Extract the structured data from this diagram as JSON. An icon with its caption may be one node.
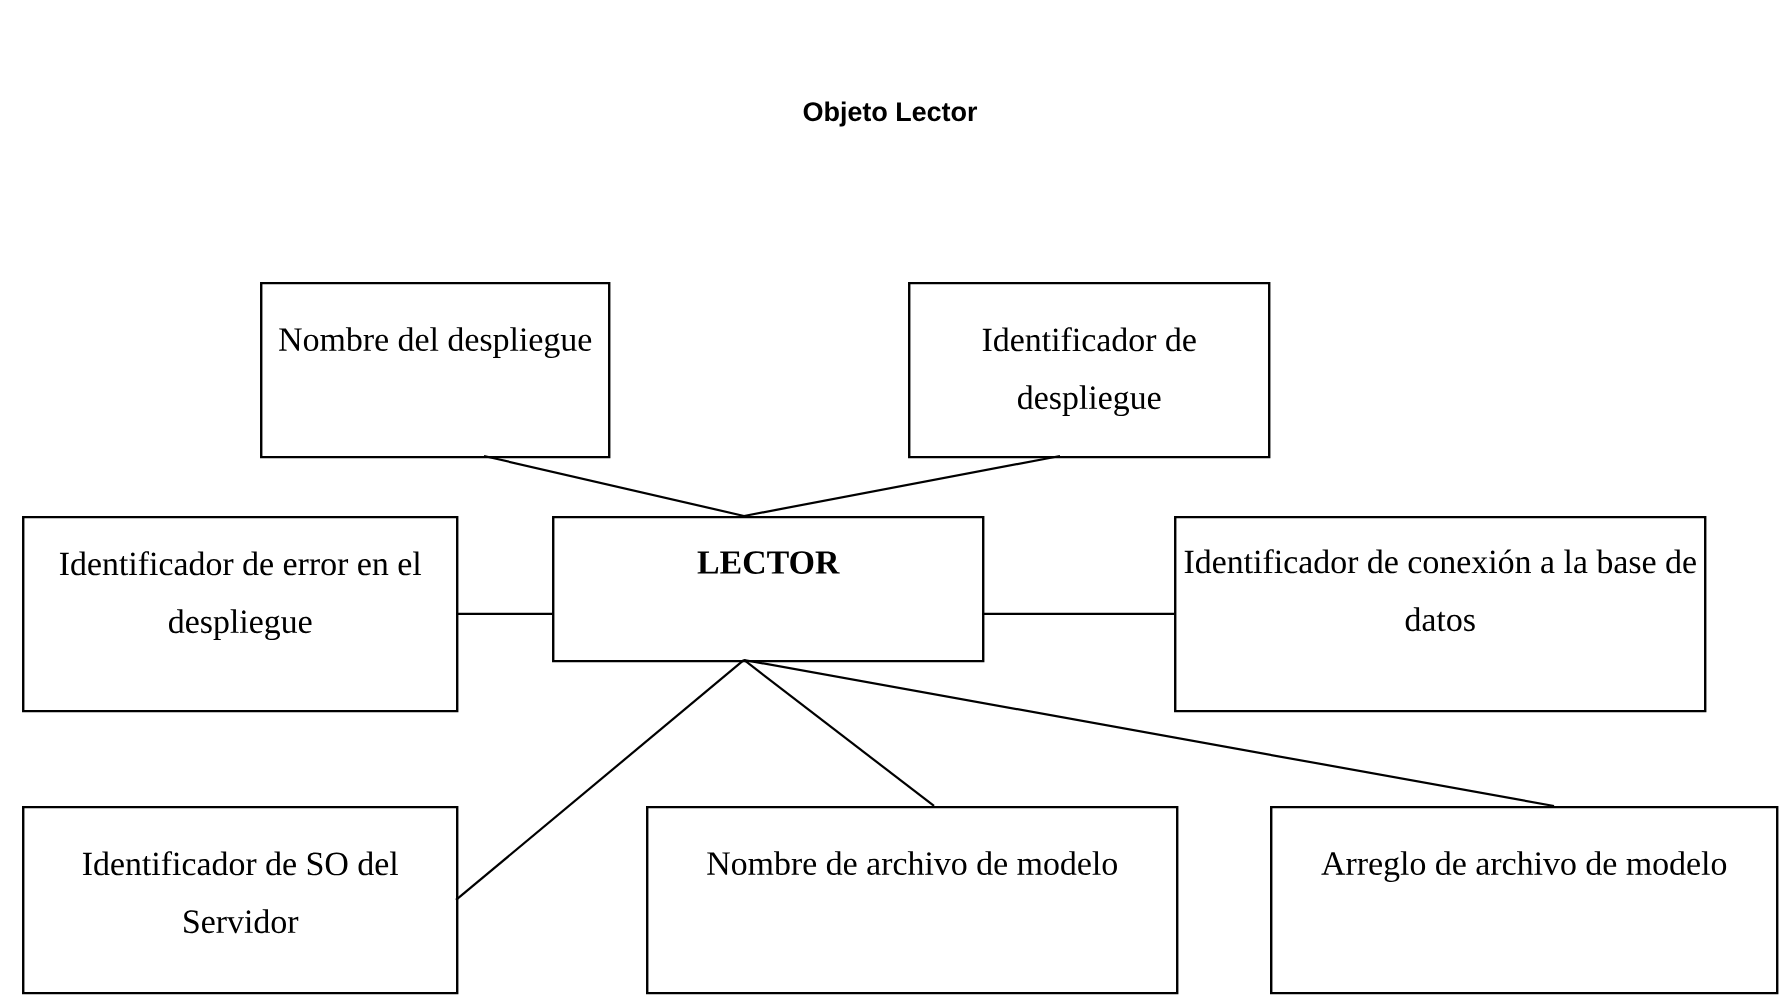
{
  "diagram": {
    "title": "Objeto Lector",
    "nodes": [
      {
        "text": [
          "LECTOR"
        ]
      },
      {
        "text": [
          "Nombre del despliegue"
        ]
      },
      {
        "text": [
          "Identificador de despliegue"
        ]
      },
      {
        "text": [
          "Identificador de error en el despliegue"
        ]
      },
      {
        "text": [
          "Identificador de conexión a la base de datos"
        ]
      },
      {
        "text": [
          "Identificador de SO del Servidor"
        ]
      },
      {
        "text": [
          "Nombre de archivo de modelo"
        ]
      },
      {
        "text": [
          "Arreglo de archivo de modelo"
        ]
      }
    ],
    "edges": [
      {
        "from": 1,
        "to": 0,
        "arrow": "none"
      },
      {
        "from": 2,
        "to": 0,
        "arrow": "none"
      },
      {
        "from": 3,
        "to": 0,
        "arrow": "none"
      },
      {
        "from": 0,
        "to": 4,
        "arrow": "none"
      },
      {
        "from": 5,
        "to": 0,
        "arrow": "none"
      },
      {
        "from": 6,
        "to": 0,
        "arrow": "none"
      },
      {
        "from": 7,
        "to": 0,
        "arrow": "none"
      }
    ]
  }
}
